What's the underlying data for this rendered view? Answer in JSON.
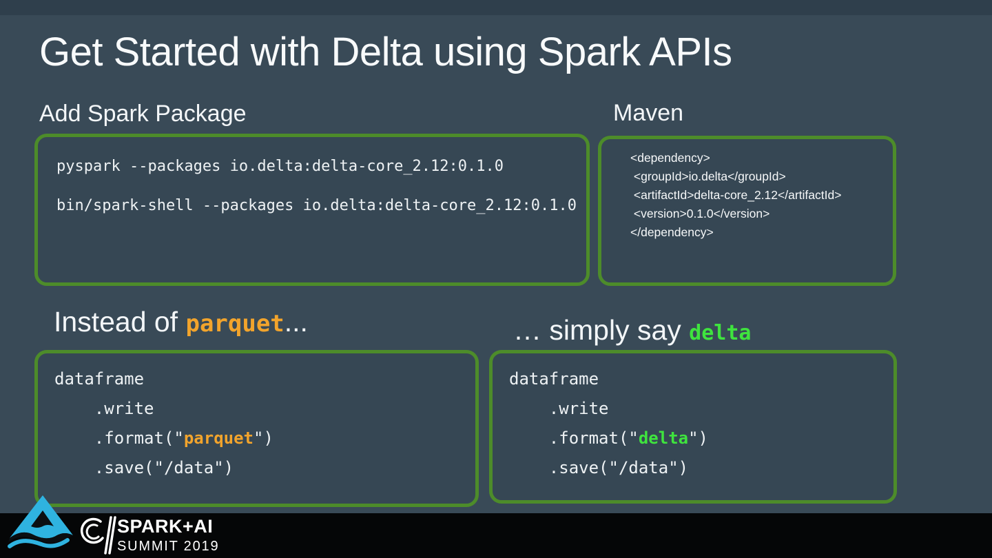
{
  "title": "Get Started with Delta using Spark APIs",
  "spark_package": {
    "heading": "Add Spark Package",
    "lines": [
      "pyspark --packages io.delta:delta-core_2.12:0.1.0",
      "bin/spark-shell --packages io.delta:delta-core_2.12:0.1.0"
    ]
  },
  "maven": {
    "heading": "Maven",
    "lines": [
      "<dependency>",
      " <groupId>io.delta</groupId>",
      " <artifactId>delta-core_2.12</artifactId>",
      " <version>0.1.0</version>",
      "</dependency>"
    ]
  },
  "parquet_block": {
    "heading_prefix": "Instead of ",
    "heading_keyword": "parquet",
    "heading_suffix": "...",
    "code_before": "dataframe\n    .write\n    .format(\"",
    "code_keyword": "parquet",
    "code_after": "\")\n    .save(\"/data\")"
  },
  "delta_block": {
    "heading_prefix": "… simply say ",
    "heading_keyword": "delta",
    "heading_suffix": "",
    "code_before": "dataframe\n    .write\n    .format(\"",
    "code_keyword": "delta",
    "code_after": "\")\n    .save(\"/data\")"
  },
  "footer": {
    "brand_top": "SPARK+AI",
    "brand_bottom": "SUMMIT 2019"
  },
  "colors": {
    "background": "#394a57",
    "box_border": "#4d8c2a",
    "parquet_orange": "#f2a42c",
    "delta_green": "#3fe43e",
    "footer_black": "#050607",
    "logo_teal": "#2fb3e0"
  }
}
